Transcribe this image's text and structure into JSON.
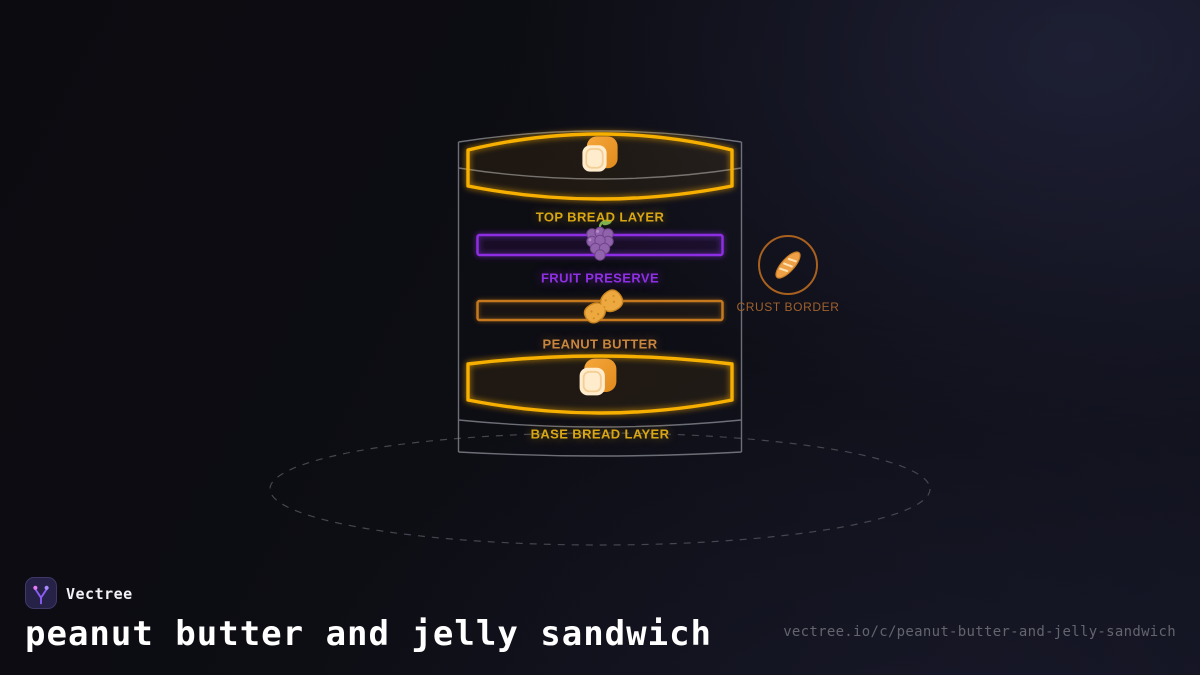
{
  "brand": {
    "name": "Vectree"
  },
  "page": {
    "title": "peanut butter and jelly sandwich",
    "share_url": "vectree.io/c/peanut-butter-and-jelly-sandwich"
  },
  "diagram": {
    "layers": [
      {
        "id": "top-bread",
        "label": "TOP BREAD LAYER",
        "icon": "bread-icon",
        "accent": "#f7b000",
        "shape": "bread-slab"
      },
      {
        "id": "fruit-preserve",
        "label": "FRUIT PRESERVE",
        "icon": "grapes-icon",
        "accent": "#8d2de2",
        "shape": "rect"
      },
      {
        "id": "peanut-butter",
        "label": "PEANUT BUTTER",
        "icon": "peanut-icon",
        "accent": "#c5791d",
        "shape": "rect"
      },
      {
        "id": "base-bread",
        "label": "BASE BREAD LAYER",
        "icon": "bread-icon",
        "accent": "#f7b000",
        "shape": "bread-slab"
      }
    ],
    "annotations": [
      {
        "id": "crust-border",
        "label": "CRUST BORDER",
        "icon": "baguette-icon",
        "accent": "#a8601f",
        "shape": "circle"
      }
    ]
  },
  "colors": {
    "background": "#0d0d15",
    "container_outline": "#85878f",
    "plate_dashed": "#4b4c55",
    "gold": "#f7b000",
    "purple": "#8d2de2",
    "orange": "#c5791d",
    "crust": "#a8601f",
    "title_text": "#ffffff",
    "url_text": "#63646c",
    "logo_bg": "#262147"
  }
}
